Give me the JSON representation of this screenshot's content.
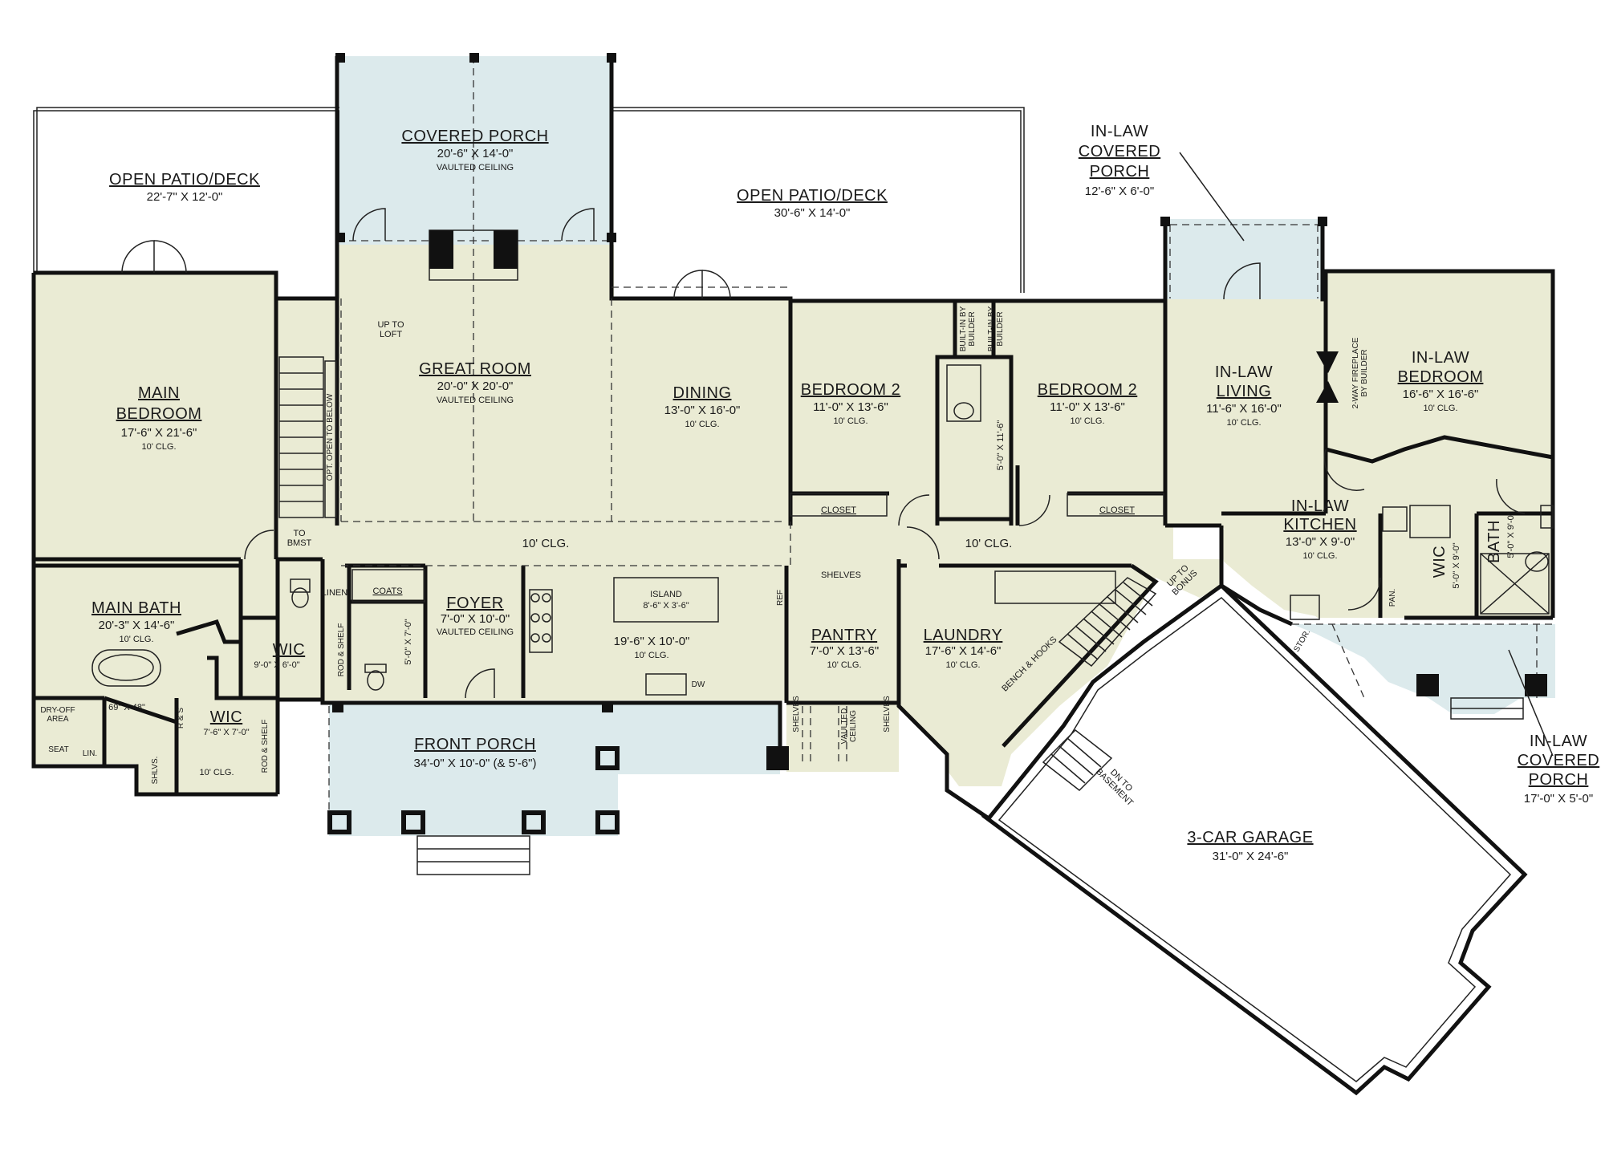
{
  "colors": {
    "interior": "#eaebd4",
    "porch": "#dceaec",
    "wall": "#111111"
  },
  "rooms": {
    "open_patio_left": {
      "name": "OPEN PATIO/DECK",
      "dim": "22'-7\" X 12'-0\""
    },
    "covered_porch": {
      "name": "COVERED PORCH",
      "dim": "20'-6\" X 14'-0\"",
      "note": "VAULTED CEILING"
    },
    "open_patio_right": {
      "name": "OPEN PATIO/DECK",
      "dim": "30'-6\" X 14'-0\""
    },
    "inlaw_covered_porch_top": {
      "line1": "IN-LAW",
      "line2": "COVERED",
      "line3": "PORCH",
      "dim": "12'-6\" X 6'-0\""
    },
    "main_bedroom": {
      "line1": "MAIN",
      "line2": "BEDROOM",
      "dim": "17'-6\" X 21'-6\"",
      "note": "10' CLG."
    },
    "great_room": {
      "name": "GREAT ROOM",
      "dim": "20'-0\" X 20'-0\"",
      "note": "VAULTED CEILING"
    },
    "dining": {
      "name": "DINING",
      "dim": "13'-0\" X 16'-0\"",
      "note": "10' CLG."
    },
    "bedroom_2a": {
      "name": "BEDROOM 2",
      "dim": "11'-0\" X 13'-6\"",
      "note": "10' CLG."
    },
    "bedroom_2b": {
      "name": "BEDROOM 2",
      "dim": "11'-0\" X 13'-6\"",
      "note": "10' CLG."
    },
    "inlaw_living": {
      "line1": "IN-LAW",
      "line2": "LIVING",
      "dim": "11'-6\" X 16'-0\"",
      "note": "10' CLG."
    },
    "inlaw_bedroom": {
      "line1": "IN-LAW",
      "line2": "BEDROOM",
      "dim": "16'-6\" X 16'-6\"",
      "note": "10' CLG."
    },
    "inlaw_kitchen": {
      "line1": "IN-LAW",
      "line2": "KITCHEN",
      "dim": "13'-0\" X 9'-0\"",
      "note": "10' CLG."
    },
    "main_bath": {
      "name": "MAIN BATH",
      "dim": "20'-3\" X 14'-6\"",
      "note": "10' CLG."
    },
    "foyer": {
      "name": "FOYER",
      "dim": "7'-0\" X 10'-0\"",
      "note": "VAULTED CEILING"
    },
    "kitchen": {
      "dim": "19'-6\" X 10'-0\"",
      "note": "10' CLG."
    },
    "island": {
      "name": "ISLAND",
      "dim": "8'-6\" X 3'-6\""
    },
    "pantry": {
      "name": "PANTRY",
      "dim": "7'-0\" X 13'-6\"",
      "note": "10' CLG."
    },
    "laundry": {
      "name": "LAUNDRY",
      "dim": "17'-6\" X 14'-6\"",
      "note": "10' CLG."
    },
    "wic_main": {
      "name": "WIC",
      "dim": "9'-0\" X 6'-0\""
    },
    "wic_small": {
      "name": "WIC",
      "dim": "7'-6\" X 7'-0\"",
      "note": "10' CLG."
    },
    "front_porch": {
      "name": "FRONT PORCH",
      "dim": "34'-0\" X 10'-0\" (& 5'-6\")"
    },
    "inlaw_covered_porch_bottom": {
      "line1": "IN-LAW",
      "line2": "COVERED",
      "line3": "PORCH",
      "dim": "17'-0\" X 5'-0\""
    },
    "garage": {
      "name": "3-CAR GARAGE",
      "dim": "31'-0\" X 24'-6\""
    }
  },
  "notes": {
    "up_to_loft": "UP TO\nLOFT",
    "opt_open": "OPT. OPEN TO BELOW",
    "to_bmst": "TO\nBMST",
    "hall_clg_left": "10' CLG.",
    "hall_clg_right": "10' CLG.",
    "closet_a": "CLOSET",
    "closet_b": "CLOSET",
    "built_in_a": "BUILT-IN BY\nBUILDER",
    "built_in_b": "BUILT-IN BY\nBUILDER",
    "hall_bath_dim": "5'-0\" X 11'-6\"",
    "fireplace": "2-WAY FIREPLACE\nBY BUILDER",
    "linen": "LINEN",
    "coats": "COATS",
    "powder_dim": "5'-0\" X 7'-0\"",
    "shelves_top": "SHELVES",
    "ref": "REF",
    "dw": "DW",
    "up_to_bonus": "UP TO\nBONUS",
    "bench_hooks": "BENCH & HOOKS",
    "shelves_left": "SHELVES",
    "shelves_right": "SHELVES",
    "vaulted_ceiling_pantry": "VAULTED\nCEILING",
    "dn_to_basement": "DN TO\nBASEMENT",
    "tub_shower": "69\" X 48\"",
    "dry_off": "DRY-OFF\nAREA",
    "seat": "SEAT",
    "lin": "LIN.",
    "shlvs": "SHLVS.",
    "rs": "R & S",
    "rod_shelf_a": "ROD & SHELF",
    "rod_shelf_b": "ROD & SHELF",
    "inlaw_wic": "WIC",
    "inlaw_wic_dim": "5'-0\" X 9'-0\"",
    "inlaw_bath": "BATH",
    "inlaw_bath_dim": "5'-0\" X 9'-0\"",
    "pan": "PAN.",
    "stor": "STOR."
  }
}
